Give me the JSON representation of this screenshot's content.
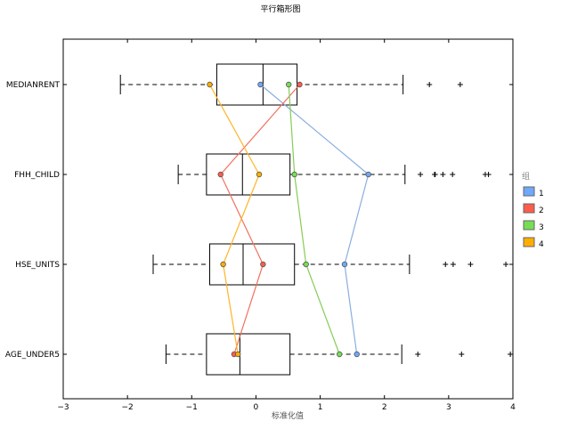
{
  "chart_data": {
    "type": "boxplot",
    "title": "平行箱形图",
    "xlabel": "标准化值",
    "ylabel": "",
    "xlim": [
      -3,
      4
    ],
    "xticks": [
      -3,
      -2,
      -1,
      0,
      1,
      2,
      3,
      4
    ],
    "xtick_labels": [
      "−3",
      "−2",
      "−1",
      "0",
      "1",
      "2",
      "3",
      "4"
    ],
    "grid": false,
    "categories": [
      "MEDIANRENT",
      "FHH_CHILD",
      "HSE_UNITS",
      "AGE_UNDER5"
    ],
    "boxes": [
      {
        "whisker_low": -2.11,
        "q1": -0.61,
        "median": 0.11,
        "q3": 0.64,
        "whisker_high": 2.29,
        "outliers": [
          2.7,
          3.18
        ]
      },
      {
        "whisker_low": -1.21,
        "q1": -0.77,
        "median": -0.21,
        "q3": 0.53,
        "whisker_high": 2.32,
        "outliers": [
          2.56,
          2.78,
          2.79,
          2.91,
          3.06,
          3.57,
          3.62
        ]
      },
      {
        "whisker_low": -1.6,
        "q1": -0.72,
        "median": -0.2,
        "q3": 0.6,
        "whisker_high": 2.39,
        "outliers": [
          2.95,
          3.07,
          3.34,
          3.89
        ]
      },
      {
        "whisker_low": -1.4,
        "q1": -0.77,
        "median": -0.25,
        "q3": 0.53,
        "whisker_high": 2.27,
        "outliers": [
          2.52,
          3.2,
          3.96
        ]
      }
    ],
    "series": [
      {
        "name": "1",
        "color": "#6fa8ff",
        "line_color": "#8aaee0",
        "values": [
          0.07,
          1.75,
          1.38,
          1.57
        ]
      },
      {
        "name": "2",
        "color": "#ff5c4d",
        "line_color": "#f2705e",
        "values": [
          0.68,
          -0.55,
          0.11,
          -0.34
        ]
      },
      {
        "name": "3",
        "color": "#77dd55",
        "line_color": "#86cc55",
        "values": [
          0.51,
          0.6,
          0.78,
          1.3
        ]
      },
      {
        "name": "4",
        "color": "#ffae00",
        "line_color": "#ffb428",
        "values": [
          -0.72,
          0.05,
          -0.51,
          -0.28
        ]
      }
    ],
    "legend": {
      "title": "组",
      "placement": "right"
    }
  }
}
